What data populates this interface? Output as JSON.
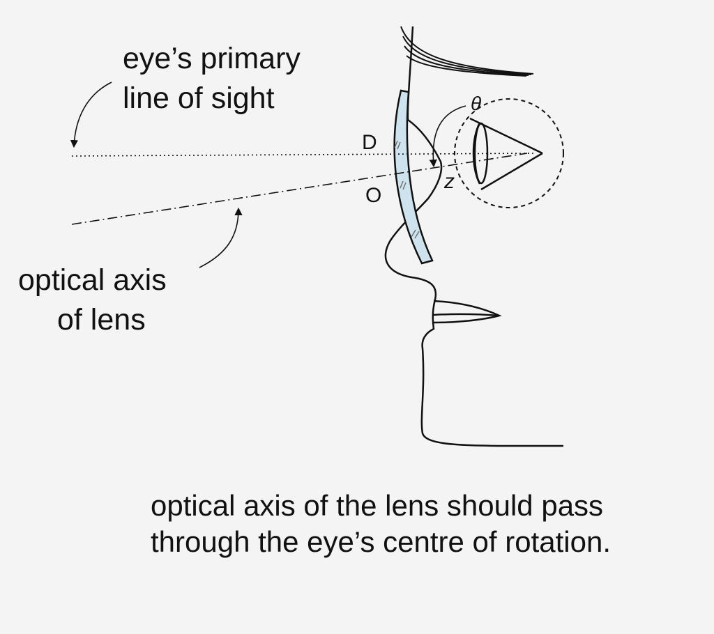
{
  "labels": {
    "line_of_sight_line1": "eye’s primary",
    "line_of_sight_line2": "line of sight",
    "optical_axis_line1": "optical axis",
    "optical_axis_line2": "of lens",
    "point_d": "D",
    "point_o": "O",
    "angle_theta": "θ",
    "distance_z": "z"
  },
  "caption": {
    "line1": "optical axis of the lens should pass",
    "line2": "through the eye’s centre of rotation."
  },
  "colors": {
    "background": "#f4f4f4",
    "ink": "#111111",
    "lens_fill": "#cfe3ee"
  }
}
